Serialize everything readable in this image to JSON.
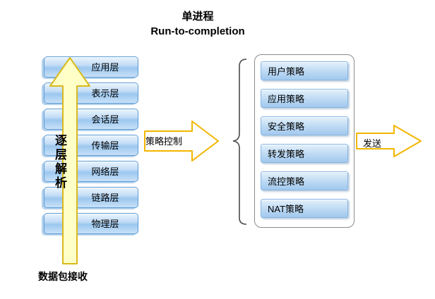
{
  "title": {
    "line1": "单进程",
    "line2": "Run-to-completion"
  },
  "stack": {
    "layers": [
      "应用层",
      "表示层",
      "会话层",
      "传输层",
      "网络层",
      "链路层",
      "物理层"
    ],
    "arrow_label": "逐层解析",
    "bottom_label": "数据包接收"
  },
  "flow": {
    "policy_control_label": "策略控制",
    "send_label": "发送"
  },
  "policies": [
    "用户策略",
    "应用策略",
    "安全策略",
    "转发策略",
    "流控策略",
    "NAT策略"
  ],
  "colors": {
    "layer_box_fill": "#b9d8f3",
    "layer_box_border": "#5b9bd5",
    "up_arrow_fill": "#ffffc8",
    "up_arrow_border": "#d9b91c",
    "flow_arrow_fill": "#ffffff",
    "flow_arrow_border": "#f2b600",
    "policy_box_fill": "#b3d2ef",
    "policy_box_border": "#86b5e2",
    "brace_stroke": "#4a4a4a"
  }
}
